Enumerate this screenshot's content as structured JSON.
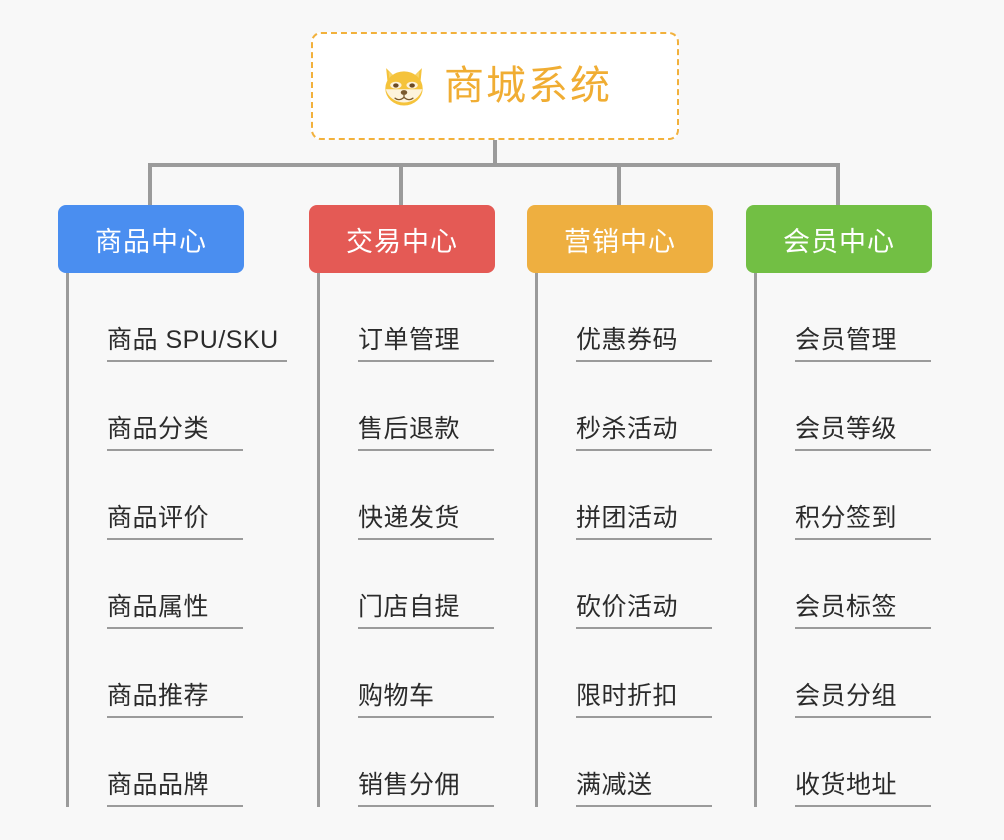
{
  "canvas": {
    "background": "#f8f8f8",
    "line_color": "#9b9b9b"
  },
  "root": {
    "title": "商城系统",
    "icon": "shiba-dog-face-icon",
    "border_color": "#f2b13c",
    "text_color": "#f0ad33",
    "background": "#ffffff"
  },
  "categories": [
    {
      "label": "商品中心",
      "color": "#4a8ef0",
      "items": [
        "商品 SPU/SKU",
        "商品分类",
        "商品评价",
        "商品属性",
        "商品推荐",
        "商品品牌"
      ]
    },
    {
      "label": "交易中心",
      "color": "#e45a55",
      "items": [
        "订单管理",
        "售后退款",
        "快递发货",
        "门店自提",
        "购物车",
        "销售分佣"
      ]
    },
    {
      "label": "营销中心",
      "color": "#eeaf40",
      "items": [
        "优惠券码",
        "秒杀活动",
        "拼团活动",
        "砍价活动",
        "限时折扣",
        "满减送"
      ]
    },
    {
      "label": "会员中心",
      "color": "#72bf44",
      "items": [
        "会员管理",
        "会员等级",
        "积分签到",
        "会员标签",
        "会员分组",
        "收货地址"
      ]
    }
  ]
}
